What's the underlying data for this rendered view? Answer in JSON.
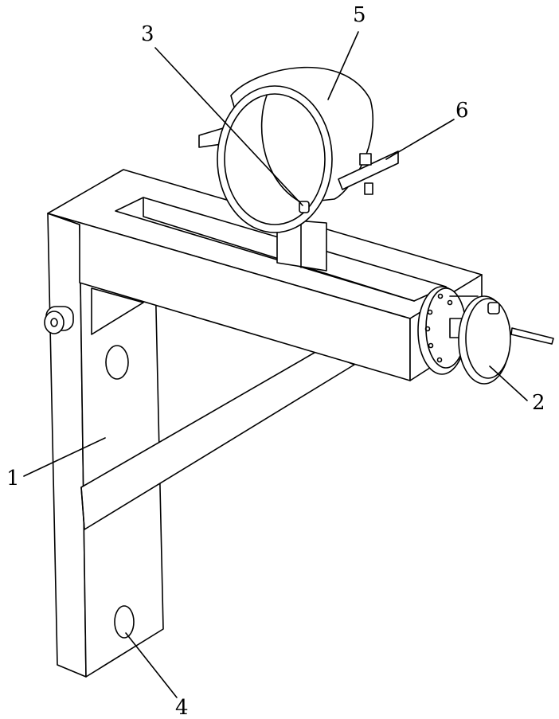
{
  "diagram": {
    "type": "patent-drawing",
    "labels": [
      {
        "id": "label-1",
        "text": "1"
      },
      {
        "id": "label-2",
        "text": "2"
      },
      {
        "id": "label-3",
        "text": "3"
      },
      {
        "id": "label-4",
        "text": "4"
      },
      {
        "id": "label-5",
        "text": "5"
      },
      {
        "id": "label-6",
        "text": "6"
      }
    ]
  }
}
